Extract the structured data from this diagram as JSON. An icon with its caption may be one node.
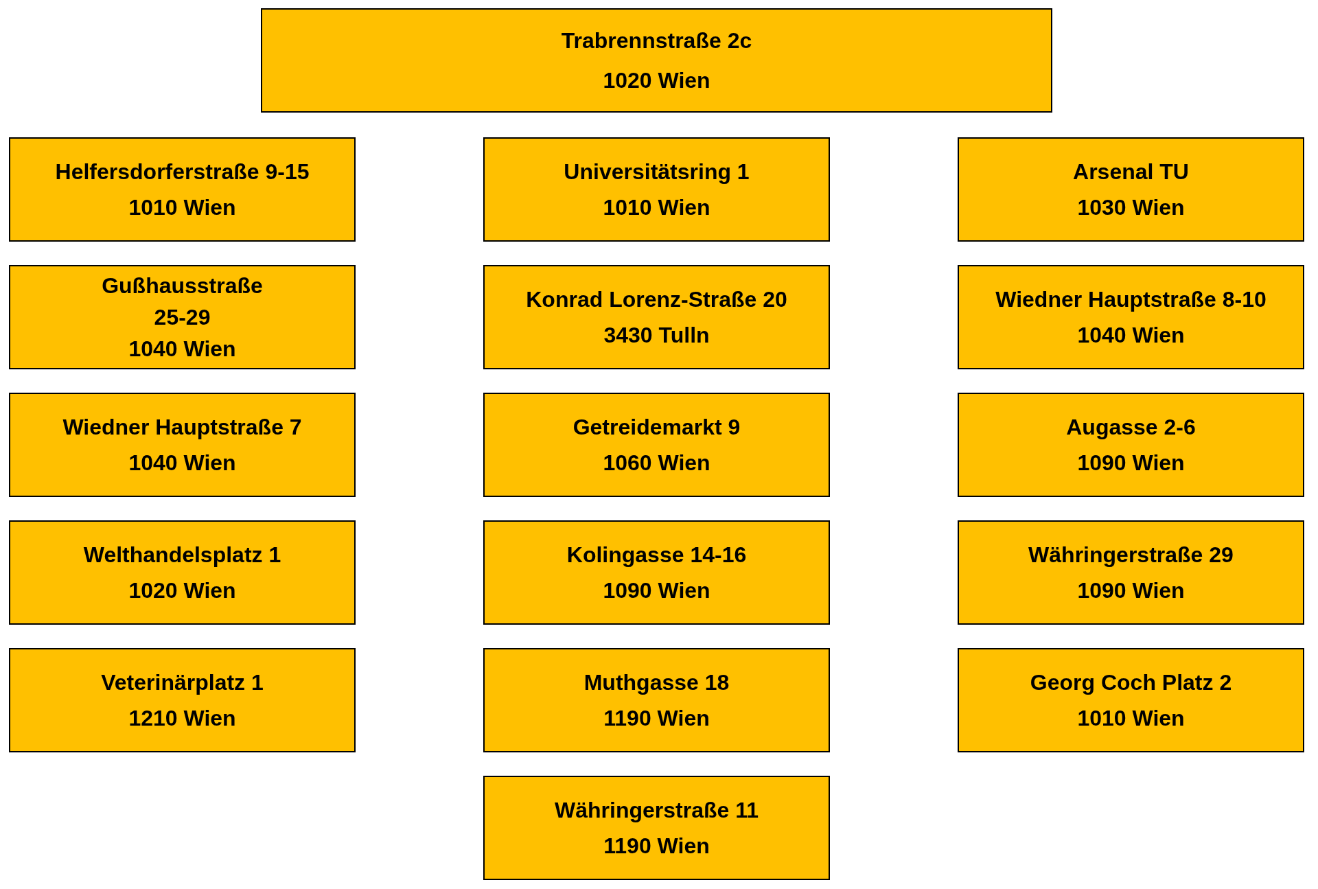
{
  "diagram": {
    "nodes": [
      {
        "text": [
          "Trabrennstraße 2c",
          "1020 Wien"
        ]
      },
      {
        "text": [
          "Helfersdorferstraße 9-15",
          "1010 Wien"
        ]
      },
      {
        "text": [
          "Universitätsring 1",
          "1010 Wien"
        ]
      },
      {
        "text": [
          "Arsenal TU",
          "1030 Wien"
        ]
      },
      {
        "text": [
          "Gußhausstraße 25-29",
          "1040 Wien"
        ]
      },
      {
        "text": [
          "Konrad Lorenz-Straße 20",
          "3430 Tulln"
        ]
      },
      {
        "text": [
          "Wiedner Hauptstraße 8-10",
          "1040 Wien"
        ]
      },
      {
        "text": [
          "Wiedner Hauptstraße 7",
          "1040 Wien"
        ]
      },
      {
        "text": [
          "Getreidemarkt 9",
          "1060 Wien"
        ]
      },
      {
        "text": [
          "Augasse 2-6",
          "1090 Wien"
        ]
      },
      {
        "text": [
          "Welthandelsplatz 1",
          "1020 Wien"
        ]
      },
      {
        "text": [
          "Kolingasse 14-16",
          "1090 Wien"
        ]
      },
      {
        "text": [
          "Währingerstraße 29",
          "1090 Wien"
        ]
      },
      {
        "text": [
          "Veterinärplatz 1",
          "1210 Wien"
        ]
      },
      {
        "text": [
          "Muthgasse 18",
          "1190 Wien"
        ]
      },
      {
        "text": [
          "Georg Coch Platz 2",
          "1010 Wien"
        ]
      },
      {
        "text": [
          "Währingerstraße 11",
          "1190 Wien"
        ]
      }
    ]
  }
}
